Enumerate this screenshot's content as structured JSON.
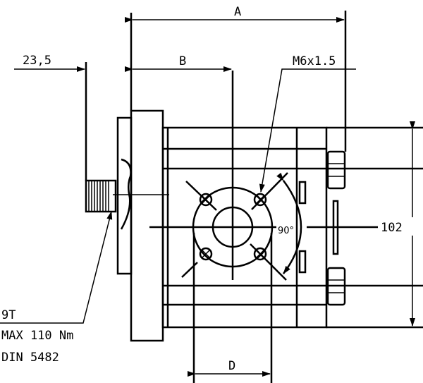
{
  "dimensions": {
    "a": "A",
    "b": "B",
    "d": "D",
    "offset": "23,5",
    "height": "102",
    "angle": "90°",
    "thread": "M6x1.5"
  },
  "shaft_spec": {
    "teeth": "9T",
    "torque": "MAX 110 Nm",
    "standard": "DIN 5482"
  }
}
